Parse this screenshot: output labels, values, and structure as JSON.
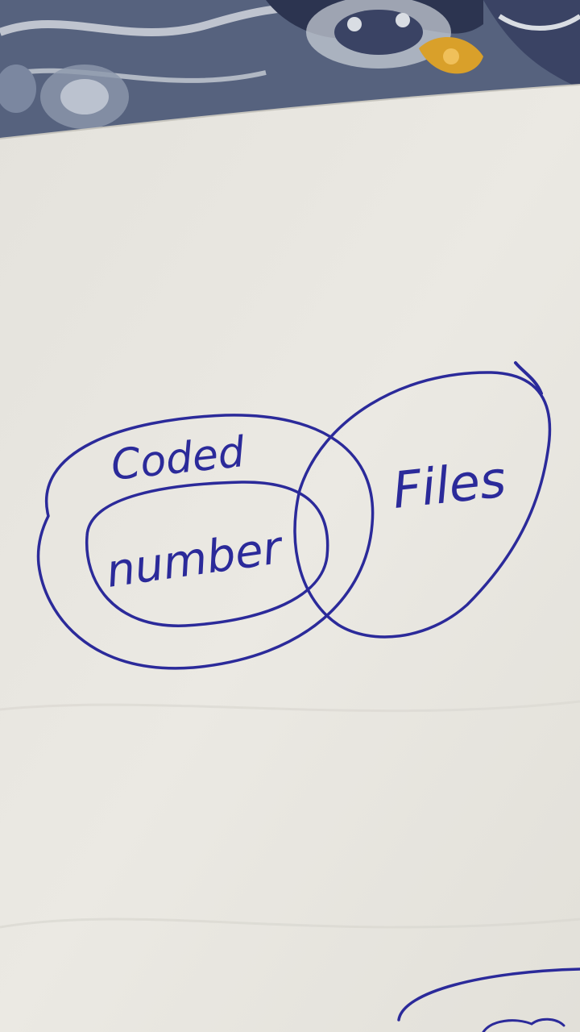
{
  "colors": {
    "ink": "#2b2a9a",
    "paper": "#e9e7e1",
    "paper_shadow": "#d8d6cf",
    "fabric_base": "#56627e",
    "fabric_light": "#d9dde3",
    "fabric_dark": "#2c3450",
    "fabric_accent": "#d9a02a"
  },
  "labels": {
    "coded": "Coded",
    "number": "number",
    "files": "Files"
  }
}
